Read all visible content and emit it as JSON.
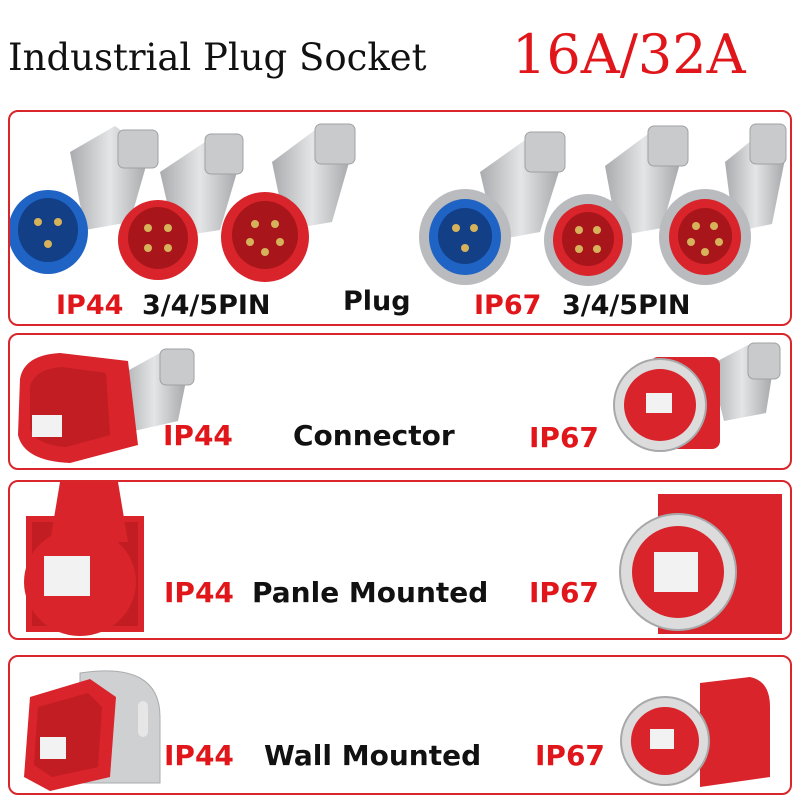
{
  "title": {
    "main": "Industrial Plug Socket",
    "accent": "16A/32A"
  },
  "colors": {
    "accent_red": "#e0161b",
    "plug_blue": "#1f63c4",
    "plug_red": "#d8242a",
    "housing_grey": "#c8c9cb"
  },
  "plug": {
    "ip44": "IP44",
    "ip44_pins": "3/4/5PIN",
    "type": "Plug",
    "ip67": "IP67",
    "ip67_pins": "3/4/5PIN"
  },
  "connector": {
    "ip44": "IP44",
    "type": "Connector",
    "ip67": "IP67"
  },
  "panel_mounted": {
    "ip44": "IP44",
    "type": "Panle Mounted",
    "ip67": "IP67"
  },
  "wall_mounted": {
    "ip44": "IP44",
    "type": "Wall Mounted",
    "ip67": "IP67"
  }
}
